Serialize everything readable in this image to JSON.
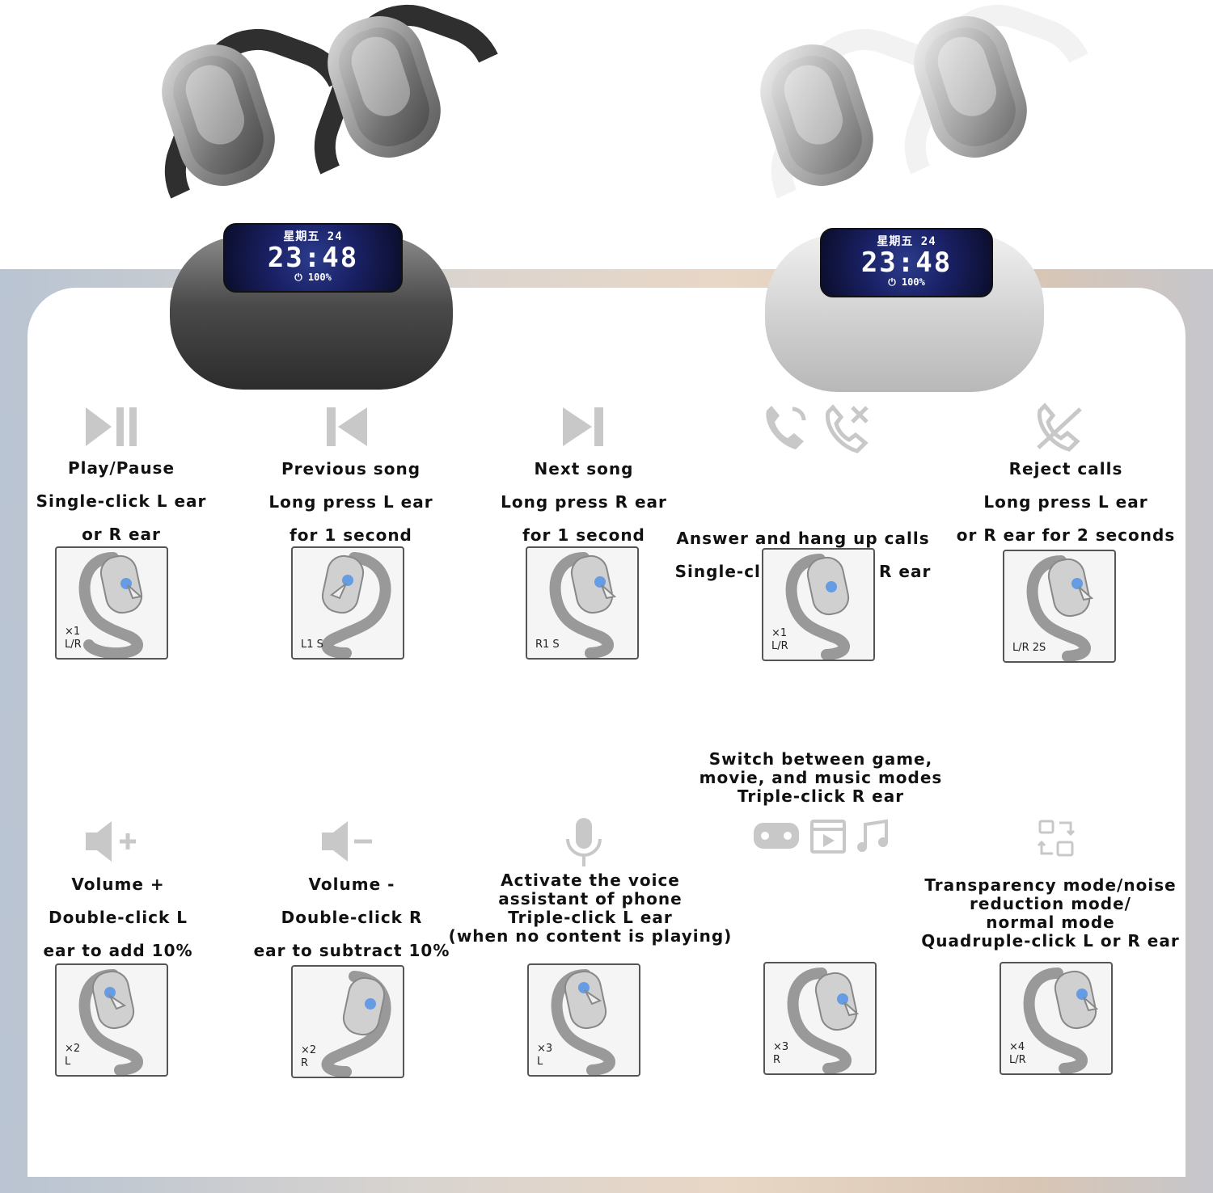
{
  "case_screen": {
    "date": "星期五 24",
    "time": "23:48",
    "battery": "100%"
  },
  "colors": {
    "icon_gray": "#c8c8c8",
    "text": "#111111",
    "tap_blue": "#4a8fe8"
  },
  "controls": [
    {
      "id": "play-pause",
      "icon": "play-pause-icon",
      "lines": [
        "Play/Pause",
        "Single-click L ear",
        "or R ear"
      ],
      "tag": "×1\nL/R"
    },
    {
      "id": "previous-song",
      "icon": "previous-track-icon",
      "lines": [
        "Previous song",
        "Long press L ear",
        "for 1 second"
      ],
      "tag": "L1 S"
    },
    {
      "id": "next-song",
      "icon": "next-track-icon",
      "lines": [
        "Next song",
        "Long press R ear",
        "for 1 second"
      ],
      "tag": "R1 S"
    },
    {
      "id": "answer-hangup",
      "icon": "phone-answer-icon",
      "lines": [
        "Answer and hang up calls",
        "Single-click L ear or R ear"
      ],
      "tag": "×1\nL/R"
    },
    {
      "id": "reject-calls",
      "icon": "phone-reject-icon",
      "lines": [
        "Reject calls",
        "Long press L ear",
        "or R ear for 2 seconds"
      ],
      "tag": "L/R 2S"
    },
    {
      "id": "volume-up",
      "icon": "volume-up-icon",
      "lines": [
        "Volume +",
        "Double-click L",
        "ear to add 10%"
      ],
      "tag": "×2\nL"
    },
    {
      "id": "volume-down",
      "icon": "volume-down-icon",
      "lines": [
        "Volume -",
        "Double-click R",
        "ear to subtract 10%"
      ],
      "tag": "×2\nR"
    },
    {
      "id": "voice-assistant",
      "icon": "microphone-icon",
      "lines": [
        "Activate the voice",
        "assistant of phone",
        "Triple-click L ear",
        "(when no content is playing)"
      ],
      "tag": "×3\nL"
    },
    {
      "id": "switch-modes",
      "icon": "game-movie-music-icon",
      "lines": [
        "Switch between game,",
        "movie, and music modes",
        "Triple-click R ear"
      ],
      "tag": "×3\nR"
    },
    {
      "id": "transparency-mode",
      "icon": "mode-switch-icon",
      "lines": [
        "Transparency mode/noise",
        "reduction mode/",
        "normal mode",
        "Quadruple-click L or R ear"
      ],
      "tag": "×4\nL/R"
    }
  ]
}
